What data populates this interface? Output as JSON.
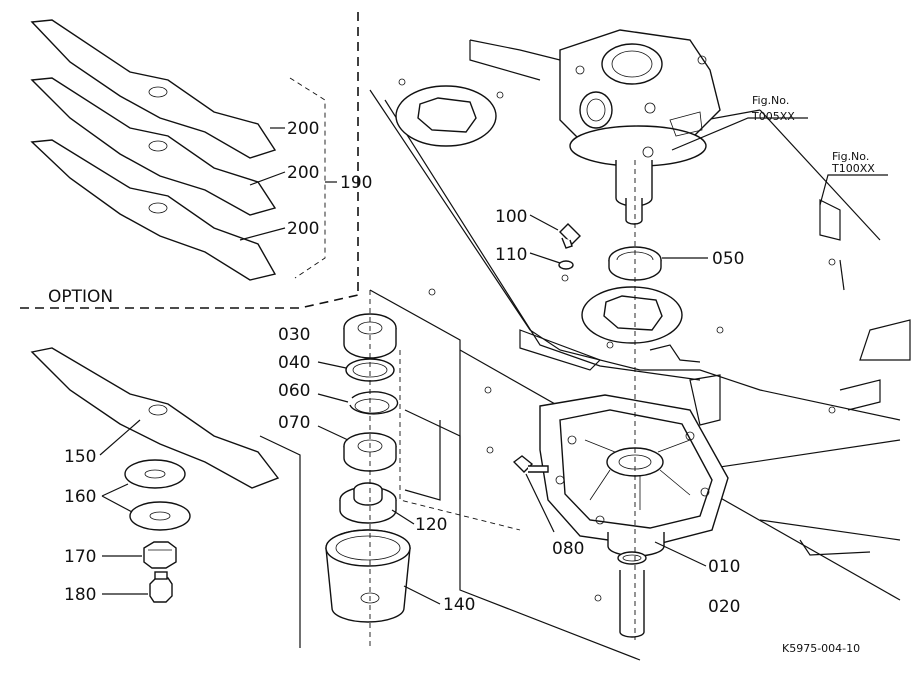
{
  "labels": {
    "option": "OPTION",
    "p200a": "200",
    "p200b": "200",
    "p200c": "200",
    "p190": "190",
    "p150": "150",
    "p160": "160",
    "p170": "170",
    "p180": "180",
    "p030": "030",
    "p040": "040",
    "p060": "060",
    "p070": "070",
    "p120": "120",
    "p140": "140",
    "p100": "100",
    "p110": "110",
    "p050": "050",
    "p080": "080",
    "p010": "010",
    "p020": "020"
  },
  "figure_refs": {
    "fig1_title": "Fig.No.",
    "fig1_id": "T005XX",
    "fig2_title": "Fig.No.",
    "fig2_id": "T100XX"
  },
  "footer": {
    "code": "K5975-004-10"
  }
}
